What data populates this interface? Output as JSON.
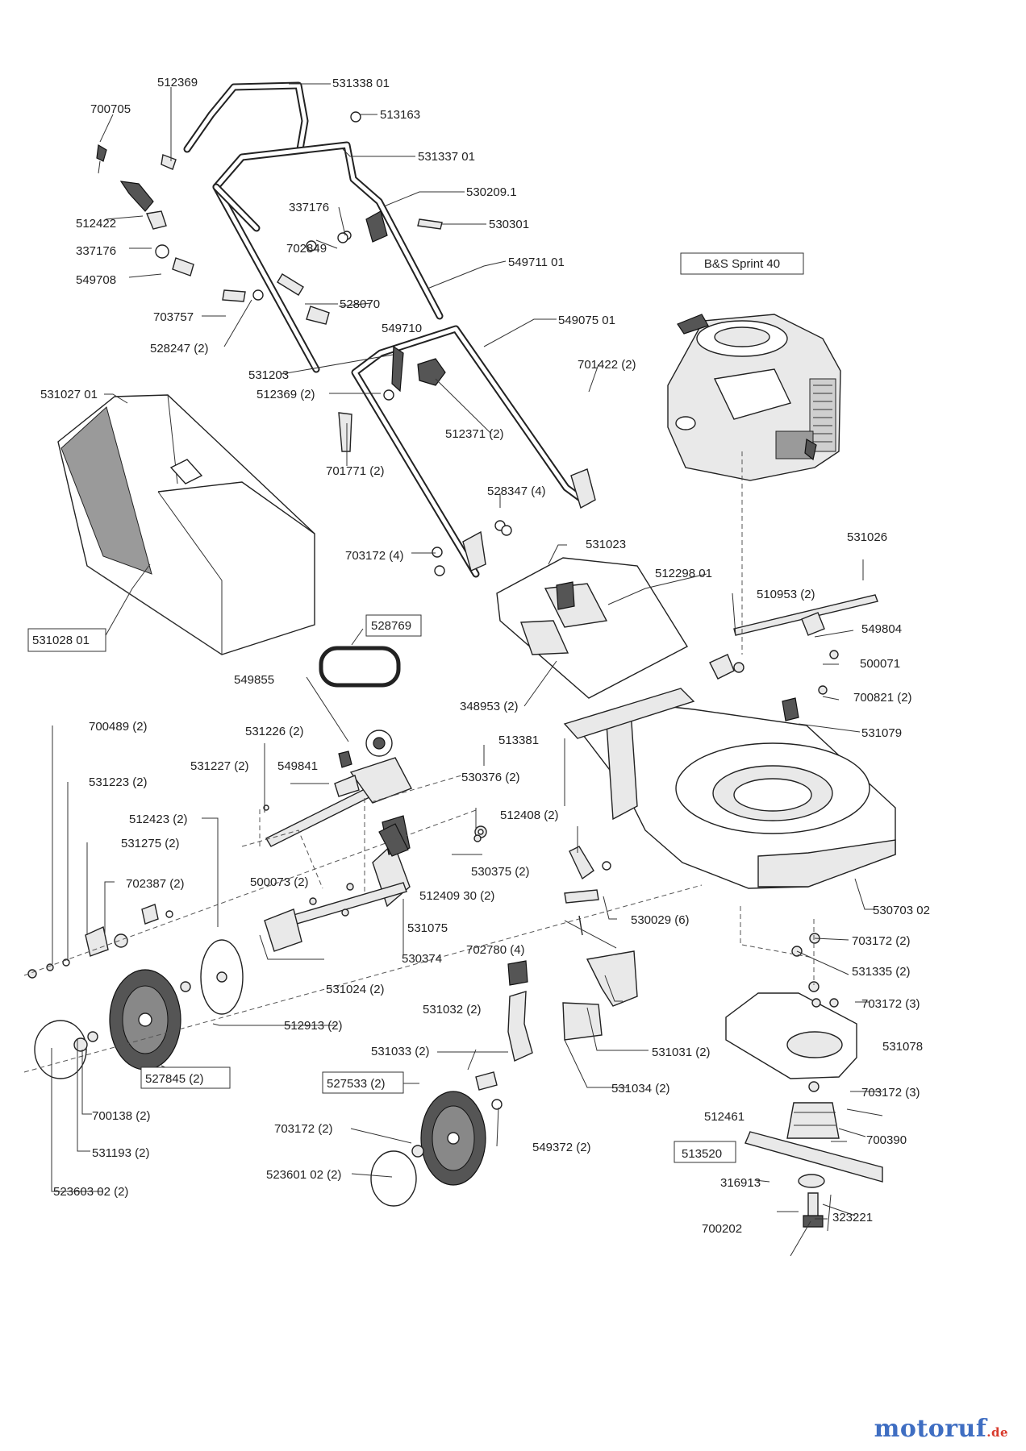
{
  "watermark": {
    "main": "motoruf",
    "suffix": ".de",
    "colors": {
      "main": "#3f6ec2",
      "suffix": "#d83a2c"
    }
  },
  "engine_label": "B&S Sprint 40",
  "labels": {
    "l512369": "512369",
    "l53133801": "531338 01",
    "l700705": "700705",
    "l513163": "513163",
    "l53133701": "531337 01",
    "l5302091": "530209.1",
    "l337176a": "337176",
    "l512422": "512422",
    "l530301": "530301",
    "l337176b": "337176",
    "l702849": "702849",
    "l54971101": "549711 01",
    "l549708": "549708",
    "l528070": "528070",
    "l703757": "703757",
    "l549710": "549710",
    "l54907501": "549075 01",
    "l528247": "528247 (2)",
    "l701422": "701422 (2)",
    "l531203": "531203",
    "l53102701": "531027 01",
    "l512369b": "512369 (2)",
    "l512371": "512371 (2)",
    "l701771": "701771 (2)",
    "l528347": "528347 (4)",
    "l531023": "531023",
    "l531026": "531026",
    "l703172a": "703172 (4)",
    "l51229801": "512298 01",
    "l510953": "510953 (2)",
    "l53102801": "531028 01",
    "l528769": "528769",
    "l549804": "549804",
    "l500071": "500071",
    "l549855": "549855",
    "l348953": "348953 (2)",
    "l700821": "700821 (2)",
    "l700489": "700489 (2)",
    "l531226": "531226 (2)",
    "l531079": "531079",
    "l513381": "513381",
    "l531227": "531227 (2)",
    "l549841": "549841",
    "l531223": "531223 (2)",
    "l530376": "530376 (2)",
    "l512423": "512423 (2)",
    "l512408": "512408 (2)",
    "l531275": "531275 (2)",
    "l530375": "530375 (2)",
    "l500073": "500073 (2)",
    "l702387": "702387 (2)",
    "l512409": "512409 30 (2)",
    "l53070302": "530703 02",
    "l531075": "531075",
    "l530029": "530029 (6)",
    "l703172b": "703172 (2)",
    "l702780": "702780 (4)",
    "l530374": "530374",
    "l531335": "531335 (2)",
    "l531024": "531024 (2)",
    "l703172c": "703172 (3)",
    "l531032": "531032 (2)",
    "l512913": "512913 (2)",
    "l531078": "531078",
    "l531033": "531033 (2)",
    "l531031": "531031 (2)",
    "l527845": "527845 (2)",
    "l527533": "527533 (2)",
    "l531034": "531034 (2)",
    "l703172d": "703172 (3)",
    "l700138": "700138 (2)",
    "l512461": "512461",
    "l703172e": "703172 (2)",
    "l700390": "700390",
    "l549372": "549372 (2)",
    "l531193": "531193 (2)",
    "l513520": "513520",
    "l52360102": "523601 02 (2)",
    "l316913": "316913",
    "l323221": "323221",
    "l700202": "700202",
    "l52360302": "523603 02 (2)"
  }
}
